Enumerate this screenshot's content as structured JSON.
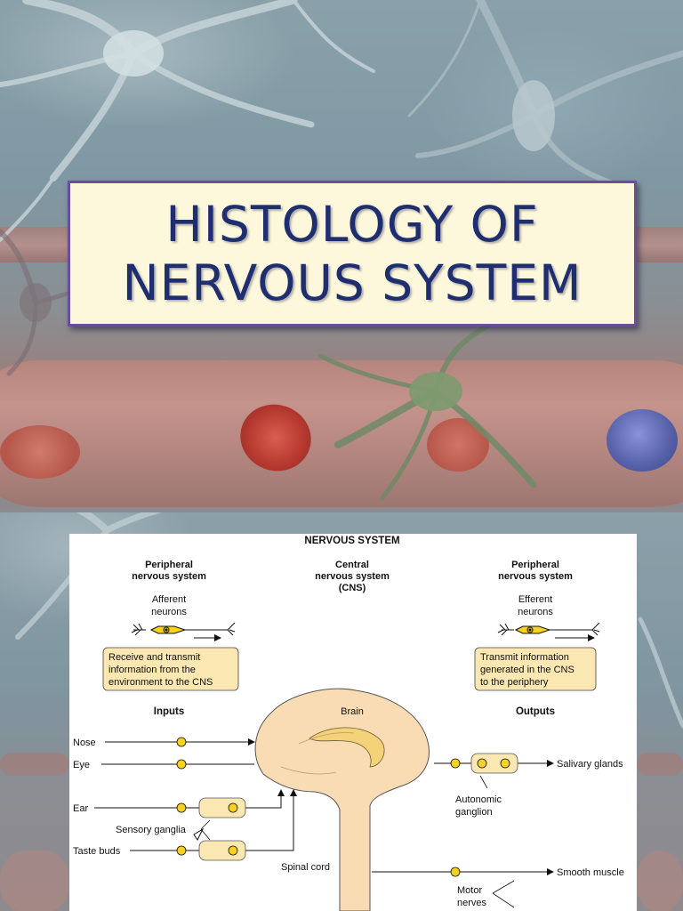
{
  "slide1": {
    "title_line1": "HISTOLOGY OF",
    "title_line2": "NERVOUS SYSTEM"
  },
  "diagram": {
    "heading": "NERVOUS SYSTEM",
    "left_col": {
      "line1": "Peripheral",
      "line2": "nervous system"
    },
    "center_col": {
      "line1": "Central",
      "line2": "nervous system",
      "line3": "(CNS)"
    },
    "right_col": {
      "line1": "Peripheral",
      "line2": "nervous system"
    },
    "afferent": {
      "line1": "Afferent",
      "line2": "neurons"
    },
    "efferent": {
      "line1": "Efferent",
      "line2": "neurons"
    },
    "left_box": {
      "line1": "Receive and transmit",
      "line2": "information from the",
      "line3": "environment to the CNS"
    },
    "right_box": {
      "line1": "Transmit information",
      "line2": "generated in the CNS",
      "line3": "to the periphery"
    },
    "inputs_label": "Inputs",
    "outputs_label": "Outputs",
    "brain_label": "Brain",
    "spinal_label": "Spinal cord",
    "inputs": {
      "nose": "Nose",
      "eye": "Eye",
      "ear": "Ear",
      "taste": "Taste buds"
    },
    "sensory_ganglia": "Sensory ganglia",
    "autonomic": {
      "line1": "Autonomic",
      "line2": "ganglion"
    },
    "outputs": {
      "salivary": "Salivary glands",
      "smooth": "Smooth muscle"
    },
    "motor": {
      "line1": "Motor",
      "line2": "nerves"
    }
  },
  "colors": {
    "title_text": "#1e2e6e",
    "title_bg": "#fdf8dc",
    "title_border": "#6b4e9a",
    "brain_fill": "#f9dcb4",
    "ganglion_fill": "#fbe7b2",
    "dot_fill": "#f7d21e"
  }
}
